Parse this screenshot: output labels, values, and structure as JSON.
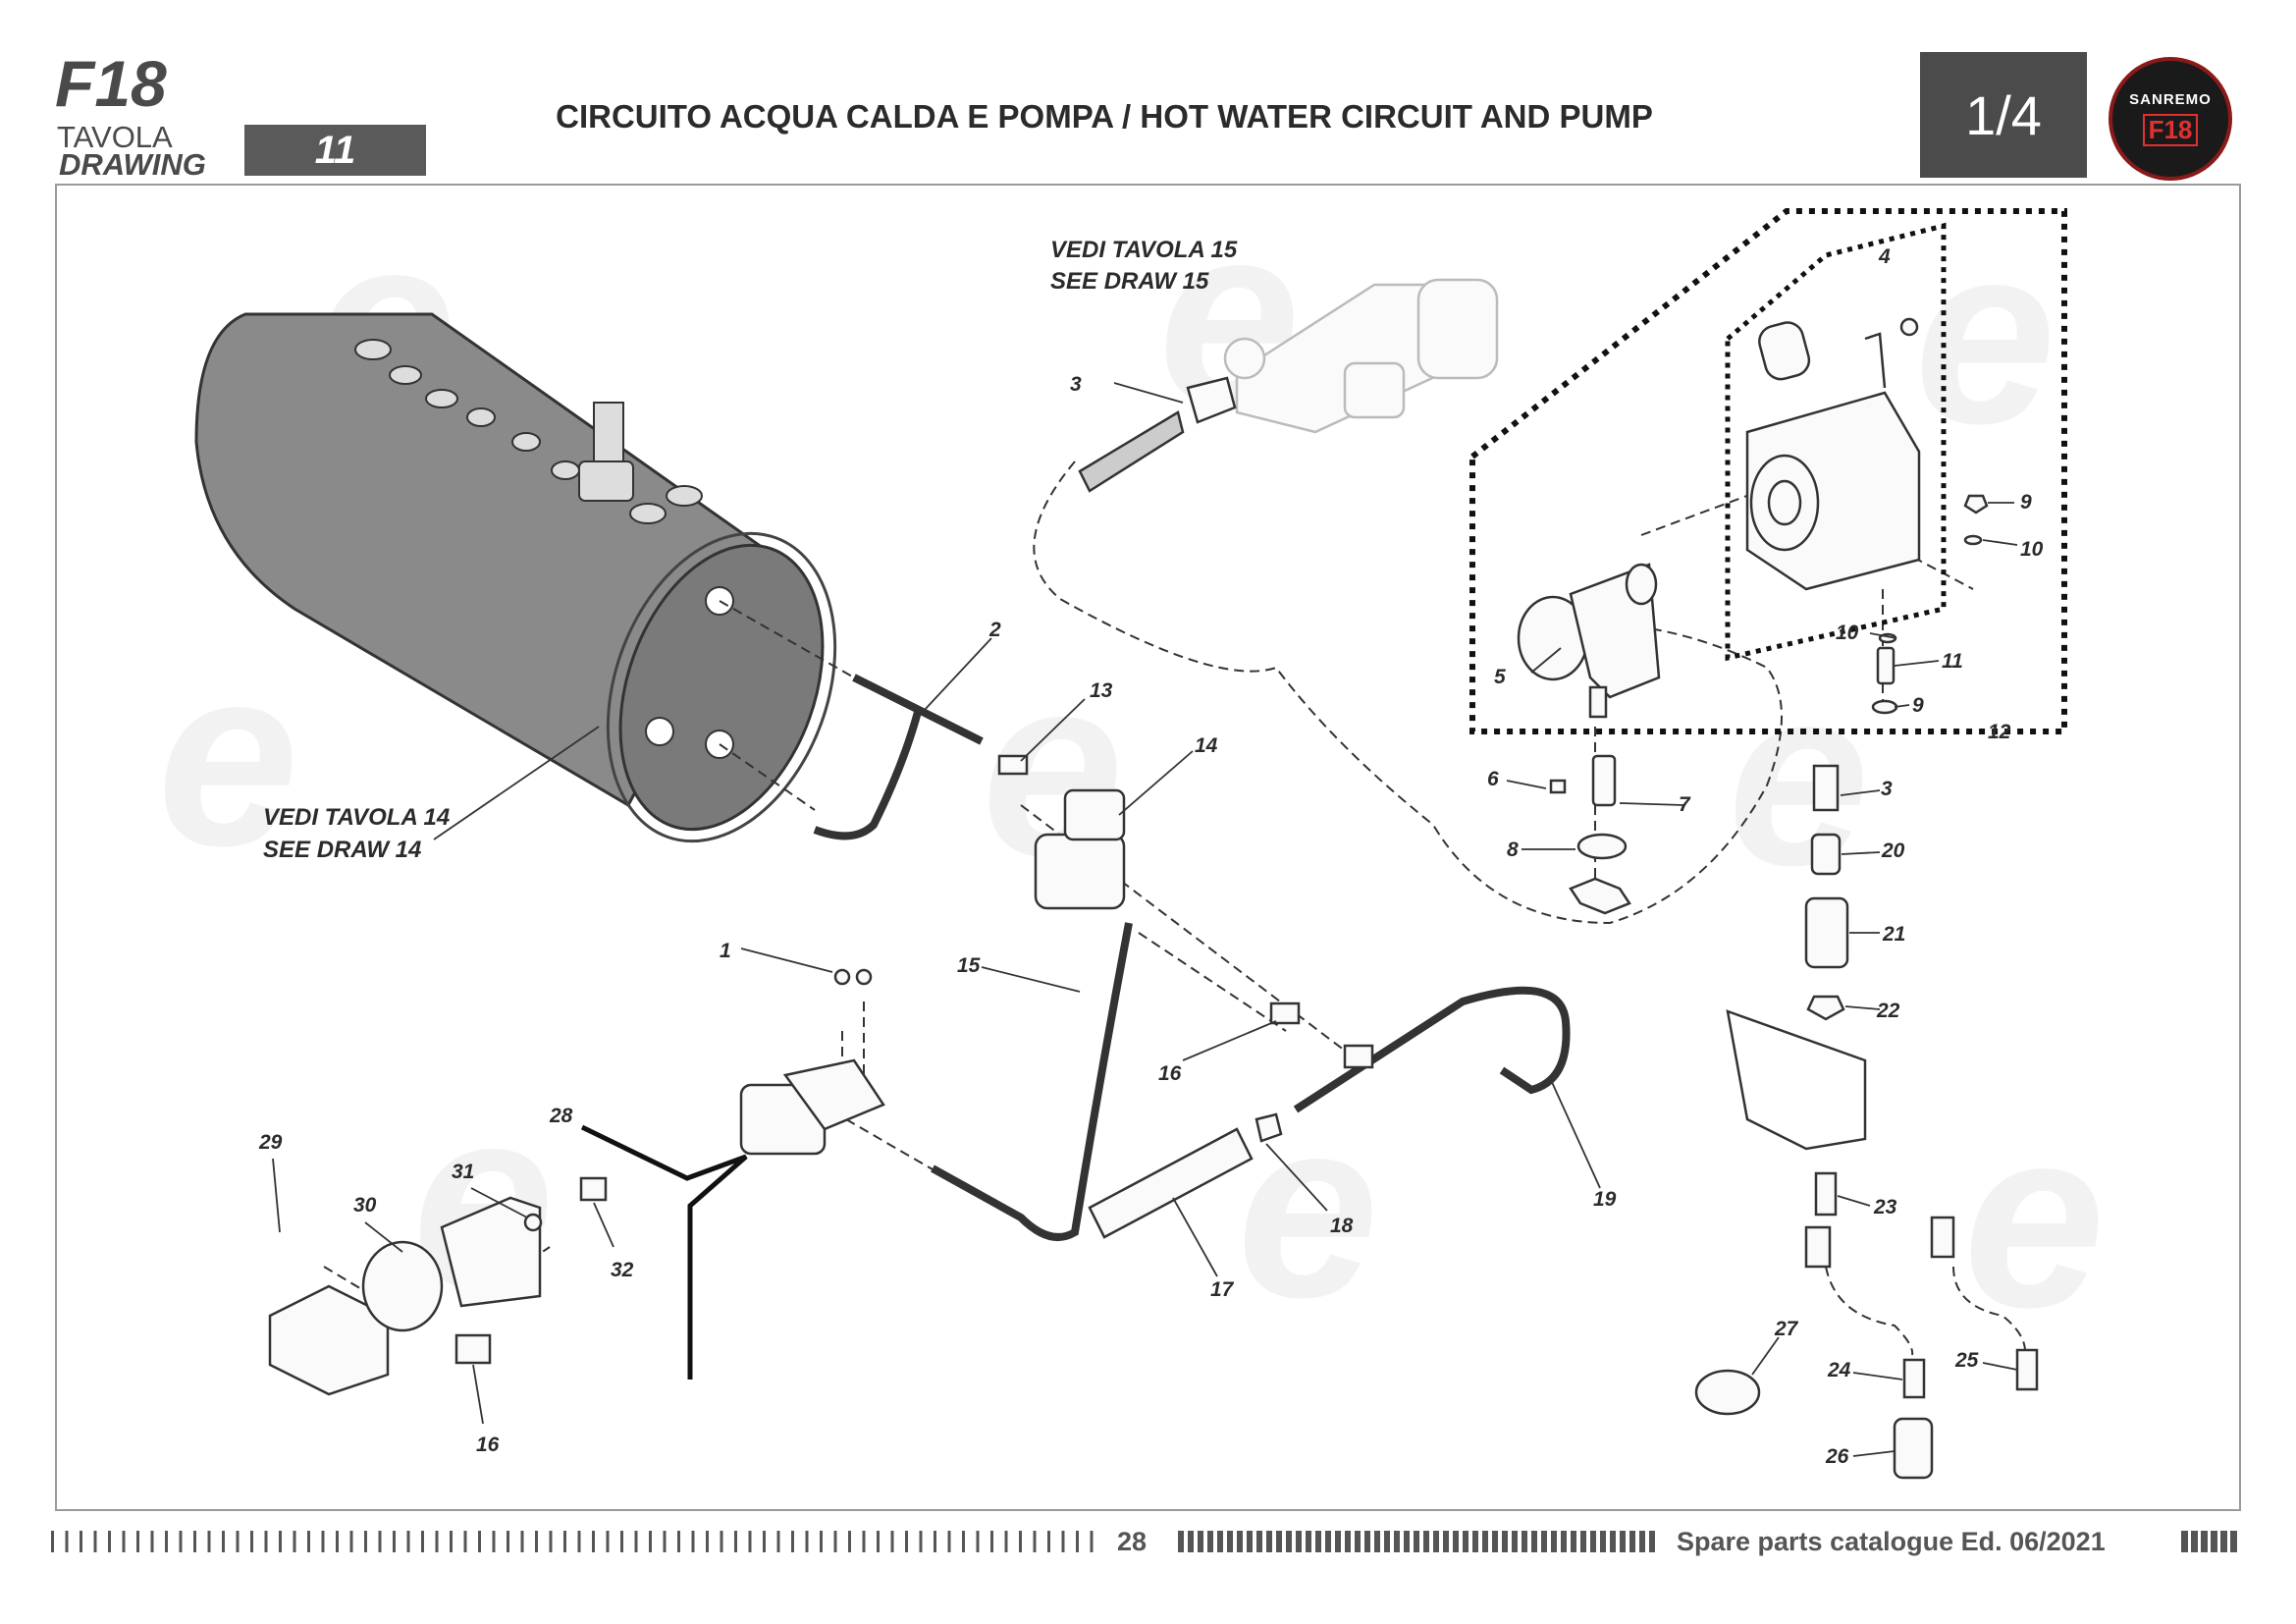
{
  "header": {
    "model": "F18",
    "tavola_label": "TAVOLA",
    "drawing_label": "DRAWING",
    "drawing_number": "11",
    "title": "CIRCUITO ACQUA CALDA E POMPA / HOT WATER CIRCUIT AND PUMP",
    "page_indicator": "1/4",
    "logo_brand": "SANREMO",
    "logo_model": "F18"
  },
  "references": {
    "tavola15_line1": "VEDI TAVOLA 15",
    "tavola15_line2": "SEE DRAW 15",
    "tavola14_line1": "VEDI TAVOLA 14",
    "tavola14_line2": "SEE DRAW 14"
  },
  "callouts": {
    "c1": "1",
    "c2": "2",
    "c3a": "3",
    "c3b": "3",
    "c4": "4",
    "c5": "5",
    "c6": "6",
    "c7": "7",
    "c8": "8",
    "c9a": "9",
    "c9b": "9",
    "c10a": "10",
    "c10b": "10",
    "c11": "11",
    "c12": "12",
    "c13": "13",
    "c14": "14",
    "c15": "15",
    "c16a": "16",
    "c16b": "16",
    "c17": "17",
    "c18": "18",
    "c19": "19",
    "c20": "20",
    "c21": "21",
    "c22": "22",
    "c23": "23",
    "c24": "24",
    "c25": "25",
    "c26": "26",
    "c27": "27",
    "c28": "28",
    "c29": "29",
    "c30": "30",
    "c31": "31",
    "c32": "32"
  },
  "footer": {
    "page_number": "28",
    "catalogue": "Spare parts catalogue Ed. 06/2021"
  },
  "colors": {
    "header_box": "#5a5a5a",
    "page_box": "#4b4b4b",
    "boiler": "#8a8a8a",
    "logo_accent": "#e03030"
  }
}
